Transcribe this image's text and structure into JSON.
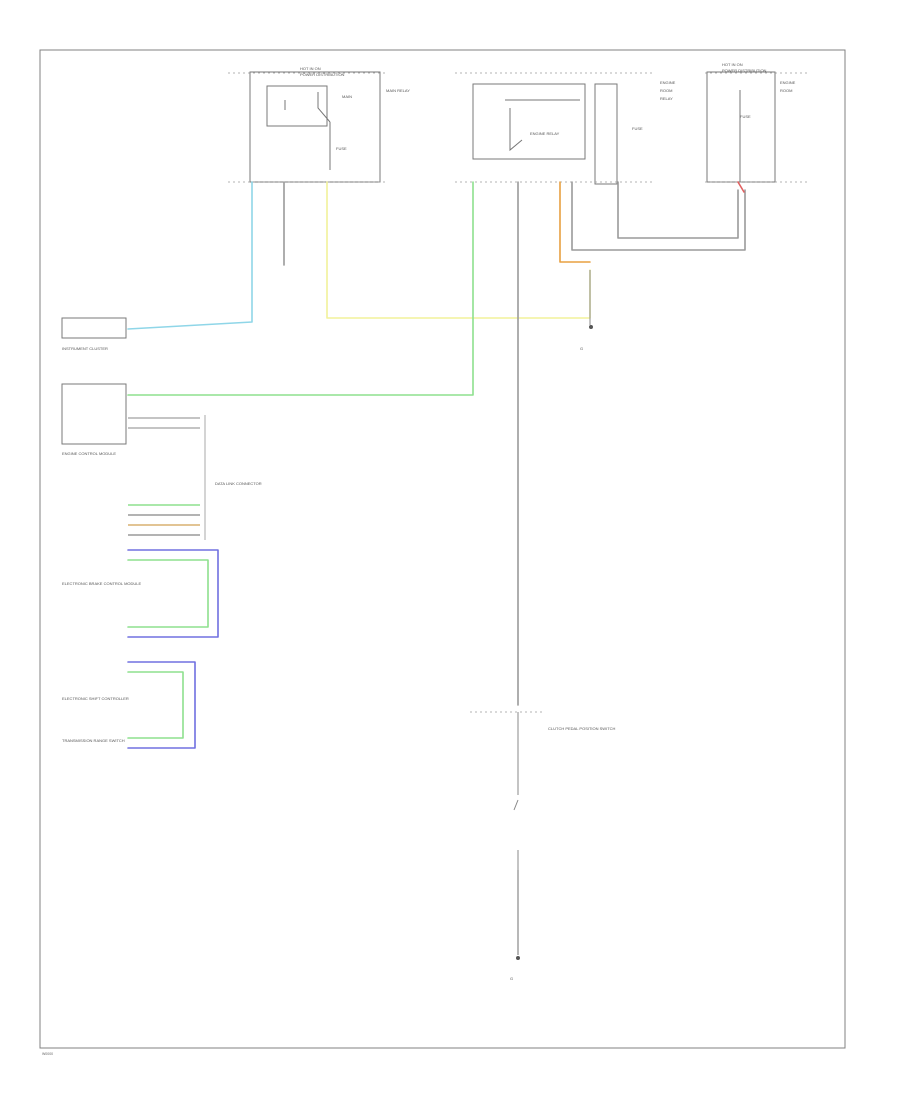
{
  "colors": {
    "frame": "#808080",
    "wire_gray": "#9a9a9a",
    "wire_light_blue": "#8fd6e8",
    "wire_yellow": "#f2f29a",
    "wire_green": "#8ee08e",
    "wire_orange": "#e8a040",
    "wire_blue": "#7070e0",
    "wire_red": "#e06060"
  },
  "labels": {
    "fuse_box_left": "HOT IN ON",
    "fuse_box_left_2": "POWER DISTRIBUTION",
    "relay_left": "MAIN RELAY",
    "fuse_box_right": "HOT IN ON",
    "fuse_box_right_2": "POWER DISTRIBUTION",
    "relay_right": "ENGINE RELAY",
    "ecm_upper": "INSTRUMENT CLUSTER",
    "ecm_main": "ENGINE CONTROL MODULE",
    "data_link": "DATA LINK CONNECTOR",
    "module_mid": "ELECTRONIC BRAKE CONTROL MODULE",
    "module_low_1": "ELECTRONIC SHIFT CONTROLLER",
    "module_low_2": "TRANSMISSION RANGE SWITCH",
    "ground_mid": "G",
    "switch_label": "CLUTCH PEDAL POSITION SWITCH",
    "ground_bottom": "G",
    "footer": "W0000"
  }
}
